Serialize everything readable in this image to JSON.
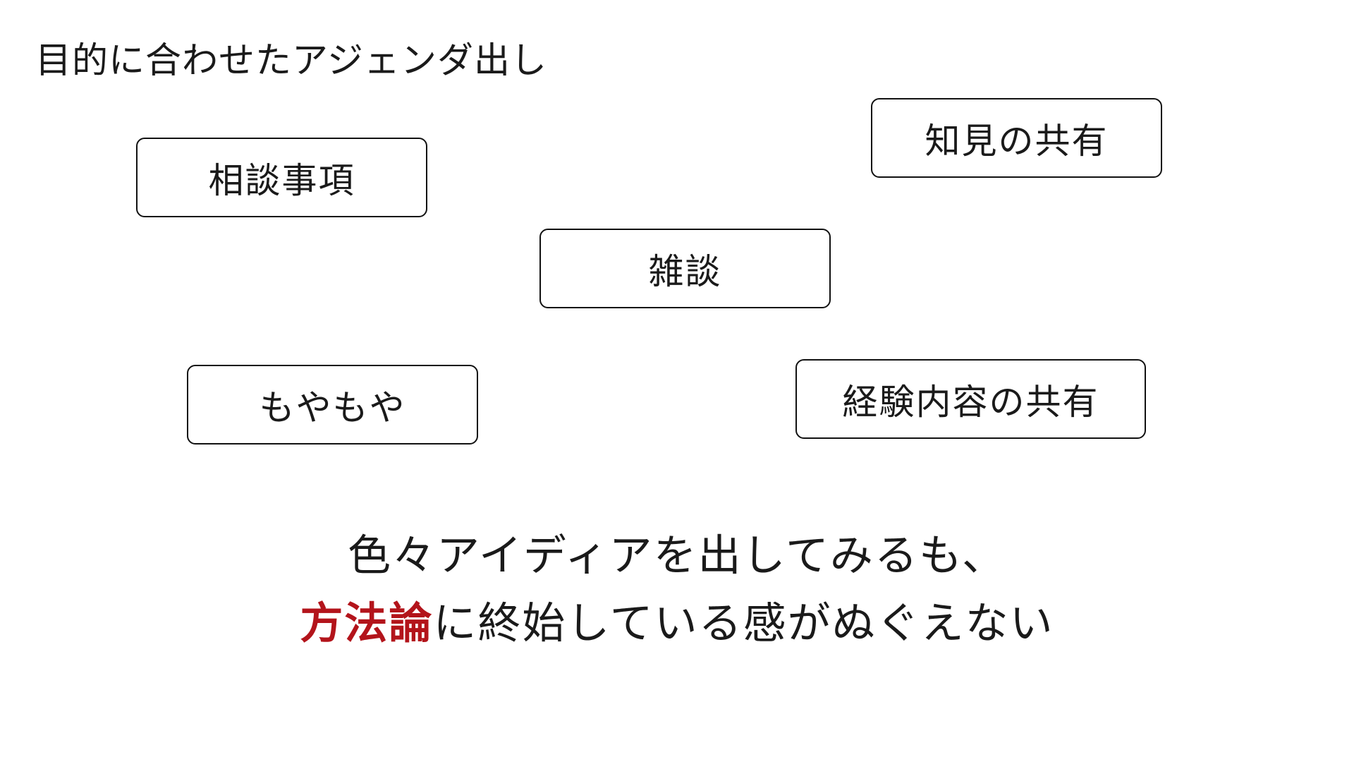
{
  "slide": {
    "title": "目的に合わせたアジェンダ出し",
    "agenda_items": {
      "consult": "相談事項",
      "knowledge": "知見の共有",
      "chat": "雑談",
      "moyamoya": "もやもや",
      "experience": "経験内容の共有"
    },
    "conclusion": {
      "line1": "色々アイディアを出してみるも、",
      "line2_emphasis": "方法論",
      "line2_rest": "に終始している感がぬぐえない"
    },
    "colors": {
      "emphasis": "#b3141b",
      "text": "#1a1a1a",
      "box_border": "#111111",
      "background": "#ffffff"
    }
  }
}
